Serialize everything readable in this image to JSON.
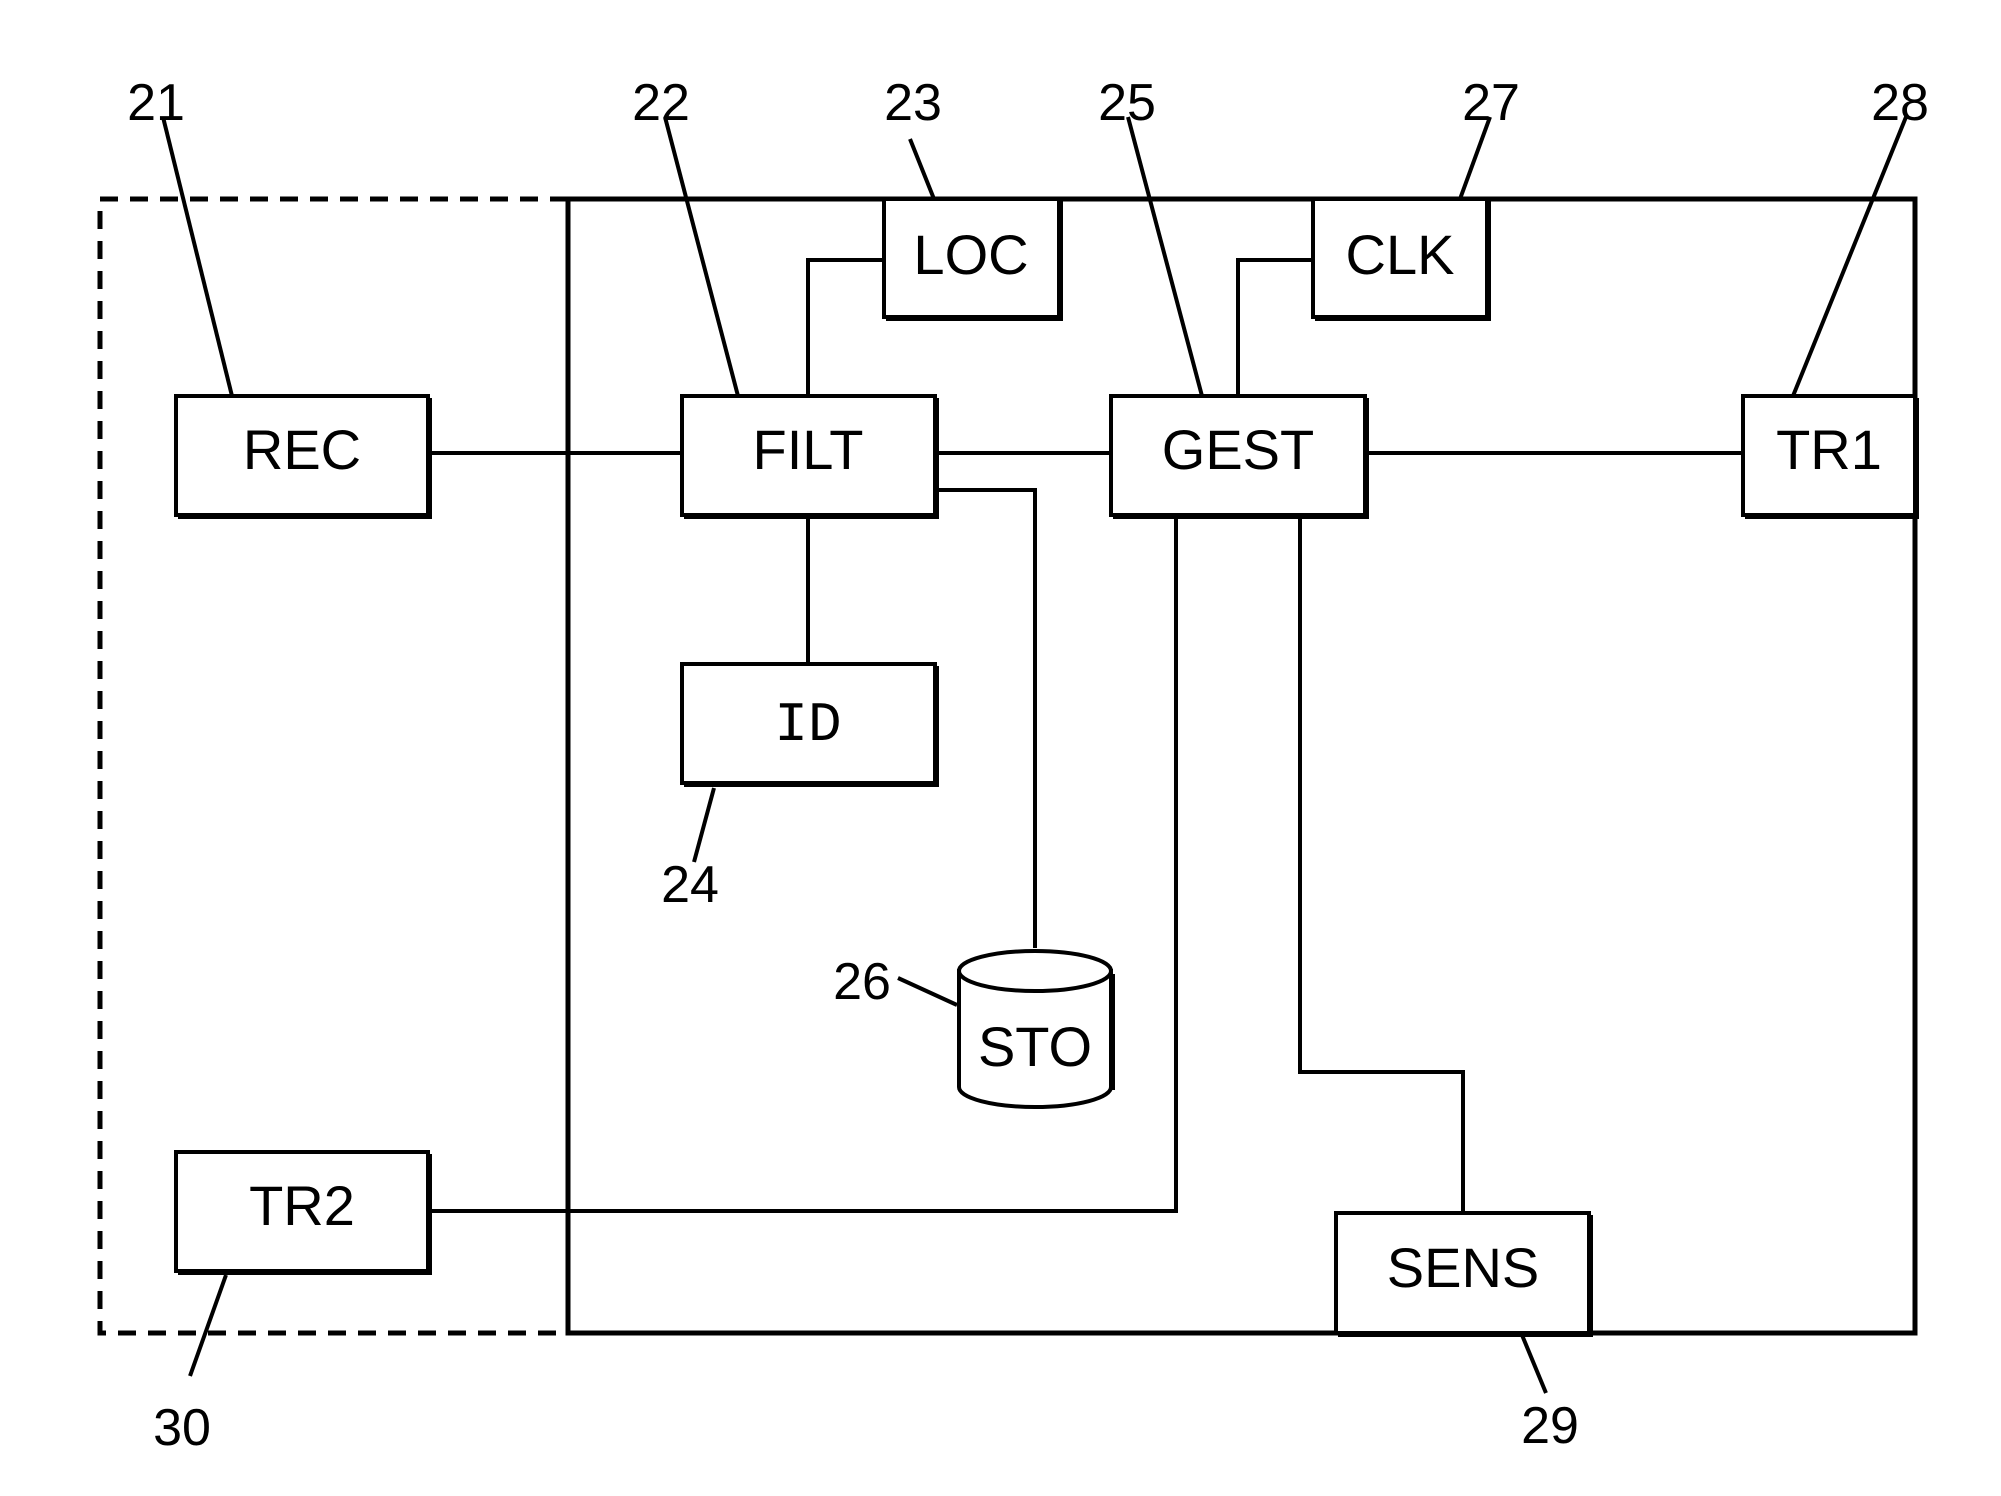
{
  "blocks": {
    "rec": {
      "label": "REC",
      "ref": "21"
    },
    "filt": {
      "label": "FILT",
      "ref": "22"
    },
    "loc": {
      "label": "LOC",
      "ref": "23"
    },
    "id": {
      "label": "ID",
      "ref": "24"
    },
    "gest": {
      "label": "GEST",
      "ref": "25"
    },
    "sto": {
      "label": "STO",
      "ref": "26"
    },
    "clk": {
      "label": "CLK",
      "ref": "27"
    },
    "tr1": {
      "label": "TR1",
      "ref": "28"
    },
    "sens": {
      "label": "SENS",
      "ref": "29"
    },
    "tr2": {
      "label": "TR2",
      "ref": "30"
    }
  }
}
